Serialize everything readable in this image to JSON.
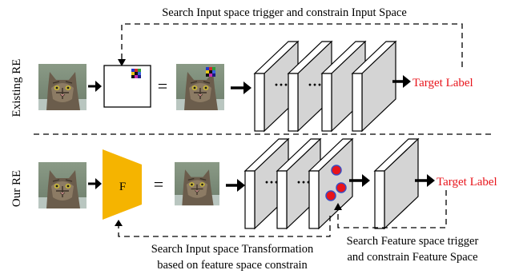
{
  "top": {
    "caption": "Search Input space trigger and constrain Input Space",
    "row_label": "Existing RE",
    "equals": "=",
    "dots": "···",
    "target": "Target Label"
  },
  "bottom": {
    "row_label": "Our RE",
    "transform_letter": "F",
    "equals": "=",
    "dots": "···",
    "target": "Target Label",
    "input_caption_line1": "Search Input space Transformation",
    "input_caption_line2": "based on feature space constrain",
    "feature_caption_line1": "Search Feature space trigger",
    "feature_caption_line2": "and constrain Feature Space"
  },
  "colors": {
    "target_text": "#e8141b",
    "transform_fill": "#f5b400",
    "layer_face": "#d4d4d4",
    "feature_dot": "#e8141b",
    "feature_dot_ring": "#3b4cc0"
  }
}
